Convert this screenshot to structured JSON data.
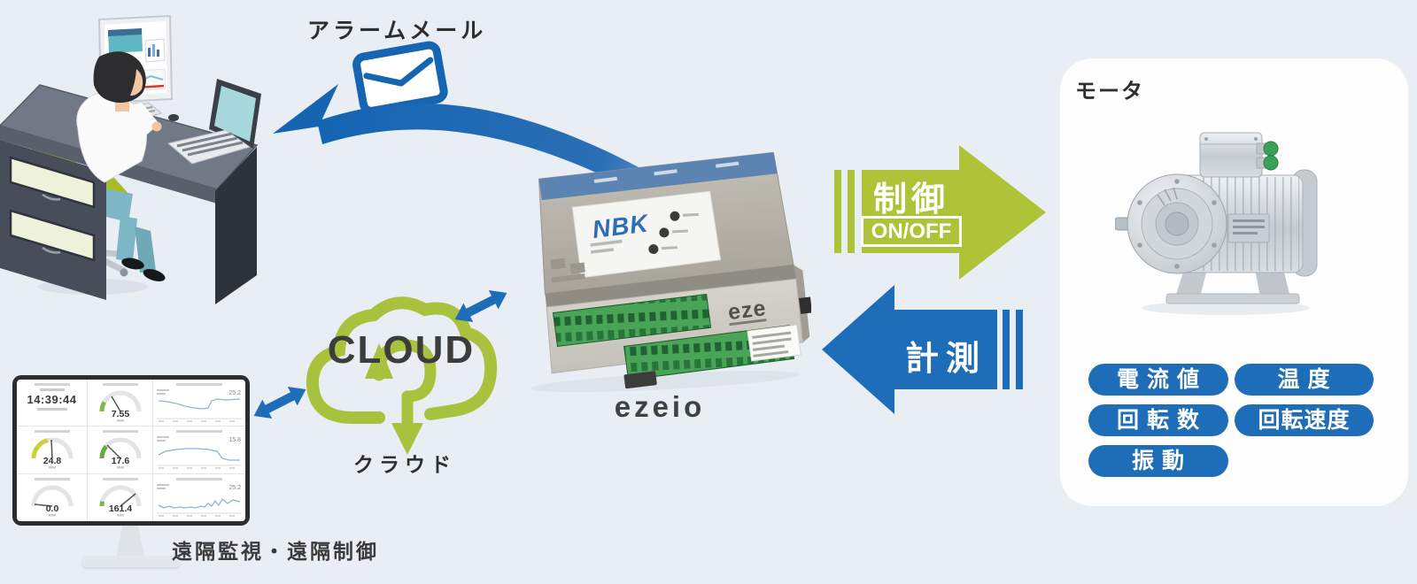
{
  "scene": {
    "background": "#e9eef5",
    "accent_blue": "#1e6db8",
    "accent_green": "#aec337",
    "cloud_green": "#a9c23d"
  },
  "labels": {
    "alarm_mail": "アラームメール",
    "cloud_en": "CLOUD",
    "cloud_jp": "クラウド",
    "device_name": "ezeio",
    "remote_monitor": "遠隔監視・遠隔制御",
    "motor_title": "モータ"
  },
  "flows": {
    "control": {
      "label": "制御",
      "sub_label": "ON/OFF"
    },
    "measure": {
      "label": "計測"
    }
  },
  "motor_metrics": [
    {
      "label": "電 流 値"
    },
    {
      "label": "温 度"
    },
    {
      "label": "回 転 数"
    },
    {
      "label": "回転速度"
    },
    {
      "label": "振 動"
    }
  ],
  "device": {
    "brand": "NBK",
    "logo": "eze"
  },
  "dashboard": {
    "clock": "14:39:44",
    "gauges": [
      {
        "value": "7.55"
      },
      {
        "value": "24.8"
      },
      {
        "value": "17.6"
      },
      {
        "value": "0.0"
      },
      {
        "value": "161.4"
      }
    ],
    "charts": [
      {
        "value": "25.2"
      },
      {
        "value": "15.8"
      },
      {
        "value": "25.2"
      }
    ]
  }
}
